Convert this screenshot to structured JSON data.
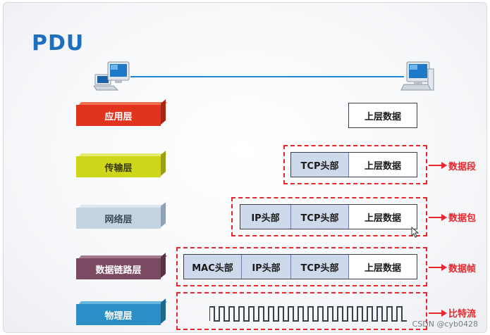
{
  "title": "PDU",
  "layers": [
    {
      "name": "应用层",
      "color": "#e0341f",
      "top_color": "#f07050",
      "side_color": "#a82312",
      "text_color": "#ffffff"
    },
    {
      "name": "传输层",
      "color": "#cfd61a",
      "top_color": "#e4ea6a",
      "side_color": "#9aa012",
      "text_color": "#3a3a10"
    },
    {
      "name": "网络层",
      "color": "#c3d3e1",
      "top_color": "#dde7ef",
      "side_color": "#8fa3b5",
      "text_color": "#3c4a5a"
    },
    {
      "name": "数据链路层",
      "color": "#7b4a62",
      "top_color": "#a57a8f",
      "side_color": "#573244",
      "text_color": "#ffffff"
    },
    {
      "name": "物理层",
      "color": "#2a8fc4",
      "top_color": "#67b6de",
      "side_color": "#1d678f",
      "text_color": "#ffffff"
    }
  ],
  "header_labels": {
    "mac": "MAC头部",
    "ip": "IP头部",
    "tcp": "TCP头部",
    "upper": "上层数据"
  },
  "pdu_names": {
    "transport": "数据段",
    "network": "数据包",
    "datalink": "数据帧",
    "physical": "比特流"
  },
  "colors": {
    "dash_red": "#e8262c",
    "header_fill": "#cfd9ec",
    "link_line": "#1c86d4",
    "title_blue": "#1f6fbf"
  },
  "icons": [
    "computer-icon-left",
    "computer-icon-right",
    "arrow-right-icon",
    "square-wave-icon",
    "mouse-cursor-icon"
  ],
  "watermark": "CSDN @cyb0428"
}
